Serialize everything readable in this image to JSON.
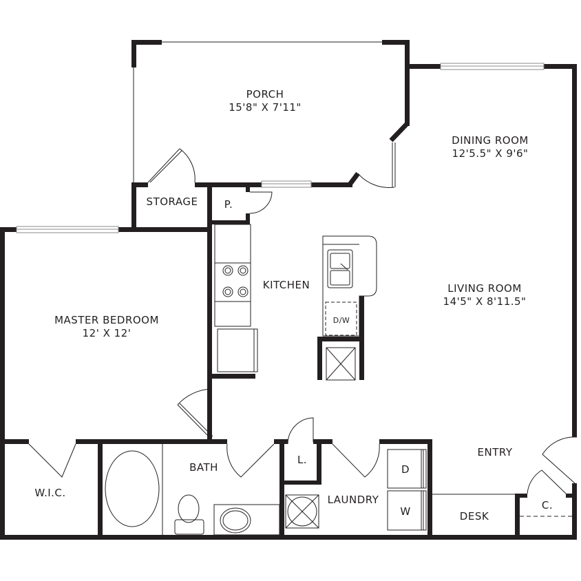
{
  "floorplan": {
    "wall_color": "#231f20",
    "window_color": "#9a9a9a",
    "background": "#ffffff",
    "rooms": {
      "porch": {
        "name": "PORCH",
        "dimensions": "15'8\" X 7'11\""
      },
      "dining_room": {
        "name": "DINING ROOM",
        "dimensions": "12'5.5\" X 9'6\""
      },
      "storage": {
        "name": "STORAGE"
      },
      "pantry": {
        "name": "P."
      },
      "kitchen": {
        "name": "KITCHEN"
      },
      "dishwasher": {
        "name": "D/W"
      },
      "living_room": {
        "name": "LIVING ROOM",
        "dimensions": "14'5\" X 8'11.5\""
      },
      "master_bedroom": {
        "name": "MASTER BEDROOM",
        "dimensions": "12' X 12'"
      },
      "wic": {
        "name": "W.I.C."
      },
      "bath": {
        "name": "BATH"
      },
      "linen": {
        "name": "L."
      },
      "laundry": {
        "name": "LAUNDRY"
      },
      "dryer": {
        "name": "D"
      },
      "washer": {
        "name": "W"
      },
      "entry": {
        "name": "ENTRY"
      },
      "desk": {
        "name": "DESK"
      },
      "closet": {
        "name": "C."
      }
    }
  }
}
